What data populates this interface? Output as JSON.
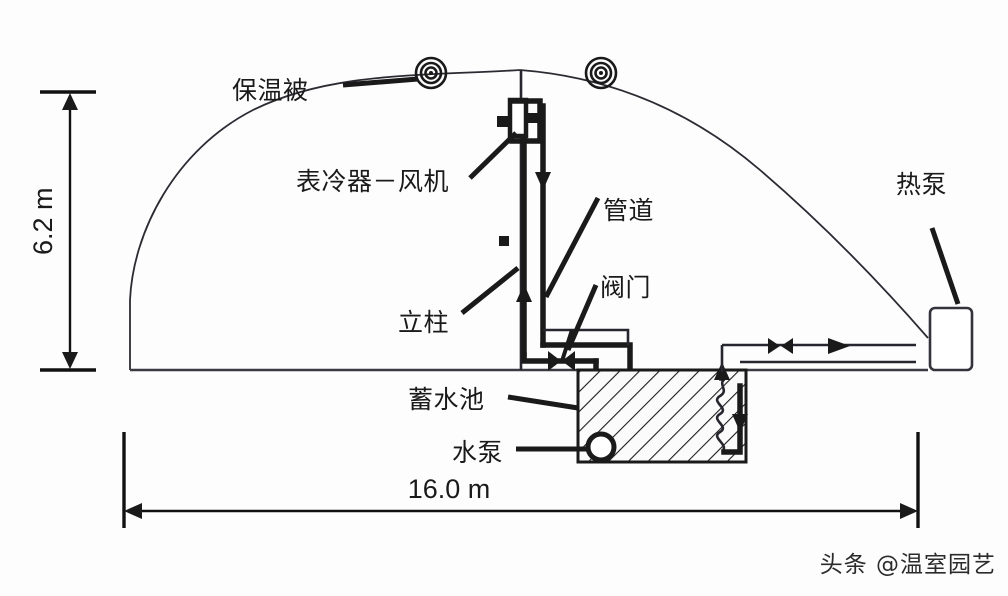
{
  "figure": {
    "type": "technical-diagram",
    "subject": "greenhouse-heat-pump-water-storage-schematic",
    "background_color": "#fdfdfd",
    "line_color": "#1a1a1a"
  },
  "dimensions": {
    "height_label": "6.2 m",
    "width_label": "16.0 m"
  },
  "labels": {
    "thermal_blanket": "保温被",
    "surface_cooler_fan": "表冷器－风机",
    "pipe": "管道",
    "valve": "阀门",
    "column": "立柱",
    "water_tank": "蓄水池",
    "water_pump": "水泵",
    "heat_pump": "热泵"
  },
  "components": {
    "blanket_rollers": 2,
    "fan_coil_units": 1,
    "valves": 2,
    "pumps": 1,
    "heat_pump_units": 1,
    "storage_tanks": 1,
    "heat_exchanger_coils": 1
  },
  "watermark": {
    "text": "头条 @温室园艺"
  }
}
